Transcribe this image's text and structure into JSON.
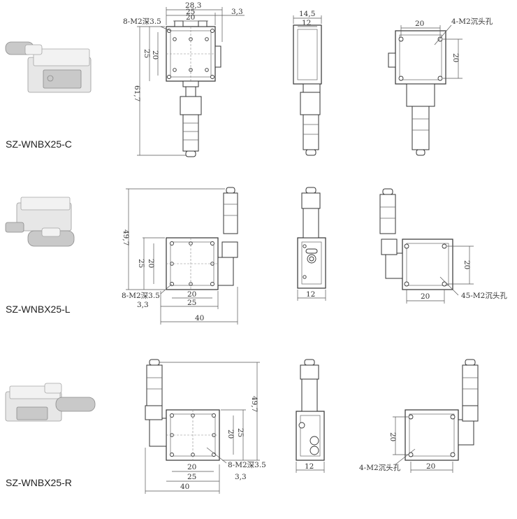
{
  "models": [
    {
      "id": "C",
      "name": "SZ-WNBX25-C",
      "dims": {
        "width_total": "28,3",
        "width_top": "25",
        "hole_spacing_top": "20",
        "side_offset": "3,3",
        "height": "25",
        "height_inner": "20",
        "total_length": "61,7",
        "side_total": "14,5",
        "side_inner": "12",
        "bottom_spacing_x": "20",
        "bottom_spacing_y": "20"
      },
      "notes": {
        "top_holes": "8-M2深3.5",
        "bottom_holes": "4-M2沉头孔"
      }
    },
    {
      "id": "L",
      "name": "SZ-WNBX25-L",
      "dims": {
        "total_height": "49,7",
        "height": "25",
        "height_inner": "20",
        "hole_spacing": "20",
        "width": "25",
        "offset": "3,3",
        "total_width": "40",
        "side_width": "12",
        "bottom_spacing_x": "20",
        "bottom_spacing_y": "20"
      },
      "notes": {
        "top_holes": "8-M2深3.5",
        "bottom_holes": "45-M2沉头孔"
      }
    },
    {
      "id": "R",
      "name": "SZ-WNBX25-R",
      "dims": {
        "total_height": "49,7",
        "height": "25",
        "height_inner": "20",
        "hole_spacing": "20",
        "width": "25",
        "offset": "3,3",
        "total_width": "40",
        "side_width": "12",
        "bottom_spacing_x": "20",
        "bottom_spacing_y": "20"
      },
      "notes": {
        "top_holes": "8-M2深3.5",
        "bottom_holes": "4-M2沉头孔"
      }
    }
  ]
}
